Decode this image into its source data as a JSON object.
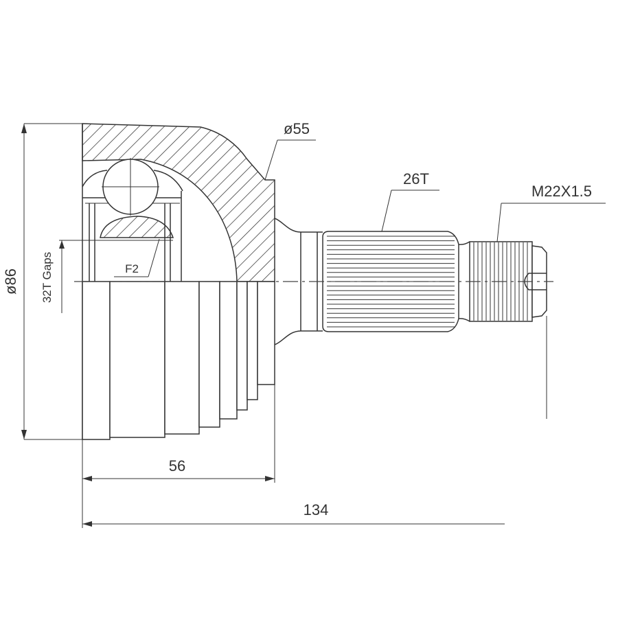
{
  "labels": {
    "shaft_diameter": "ø55",
    "spline_teeth": "26T",
    "thread": "M22X1.5",
    "outer_diameter": "ø86",
    "inner_teeth": "32T Gaps",
    "f2": "F2",
    "housing_length": "56",
    "total_length": "134"
  },
  "colors": {
    "line": "#333333",
    "background": "#ffffff"
  }
}
